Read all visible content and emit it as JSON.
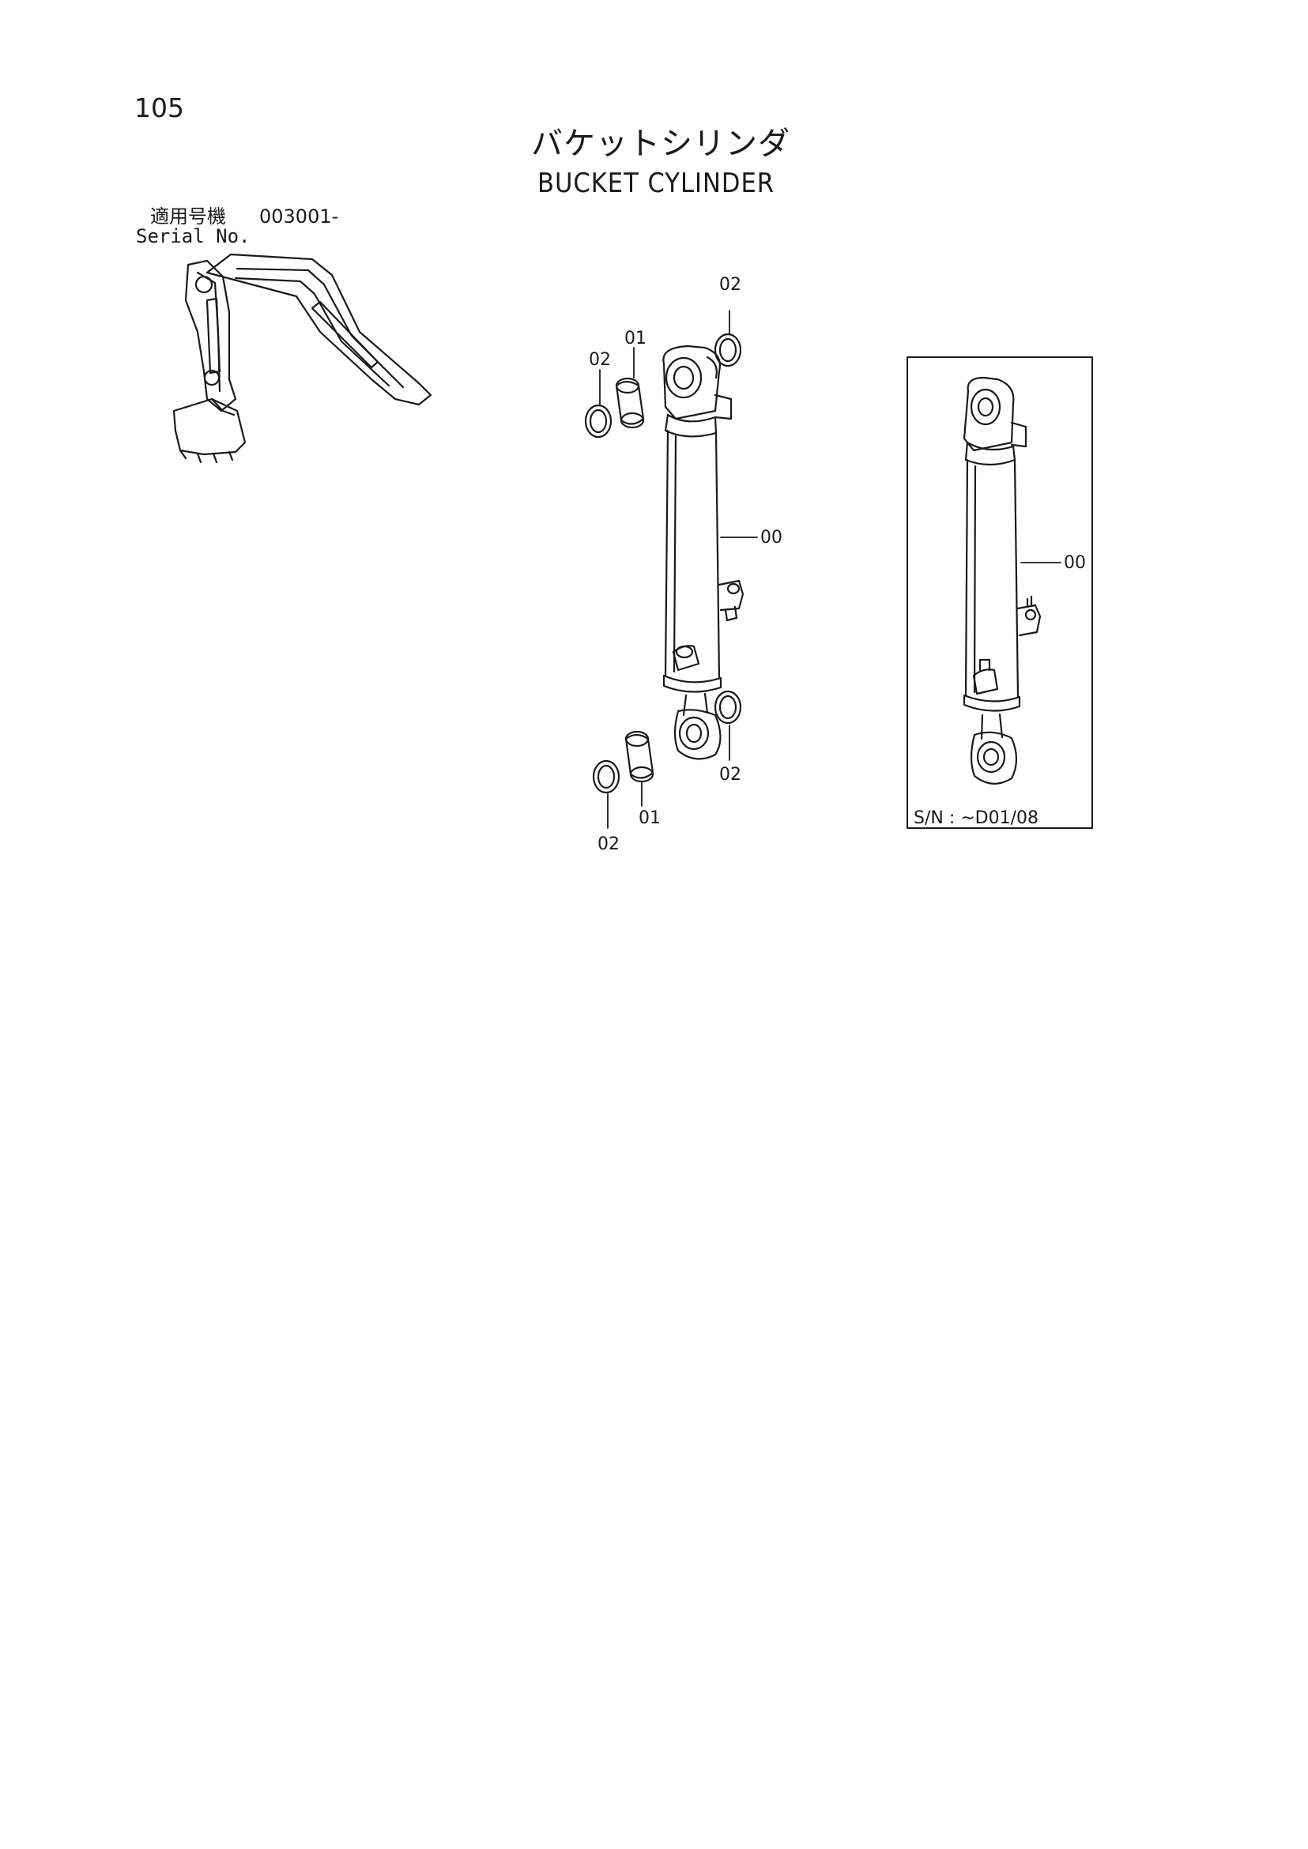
{
  "page_number": "105",
  "title_jp": "バケットシリンダ",
  "title_en": "BUCKET CYLINDER",
  "serial": {
    "label_jp": "適用号機",
    "value": "003001-",
    "label_en": "Serial No."
  },
  "callouts": {
    "c02_top_right": "02",
    "c01_top": "01",
    "c02_top_left": "02",
    "c00_main": "00",
    "c02_bottom_right": "02",
    "c01_bottom": "01",
    "c02_bottom_left": "02",
    "c00_inset": "00"
  },
  "inset": {
    "sn_label": "S/N : ~D01/08"
  }
}
